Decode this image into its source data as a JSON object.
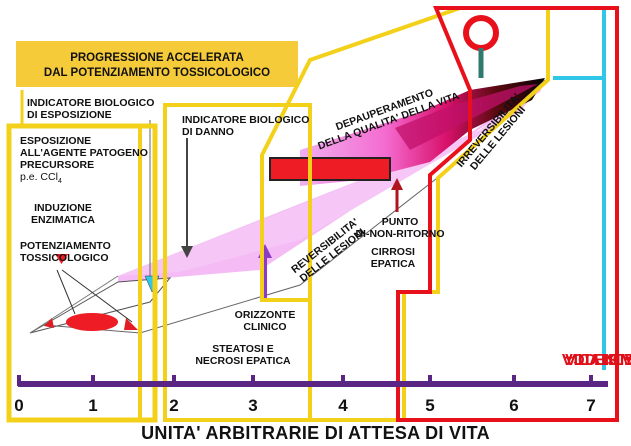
{
  "banner": {
    "line1": "PROGRESSIONE ACCELERATA",
    "line2": "DAL POTENZIAMENTO TOSSICOLOGICO"
  },
  "labels": {
    "indicatore_esposizione_1": "INDICATORE BIOLOGICO",
    "indicatore_esposizione_2": "DI ESPOSIZIONE",
    "esposizione_1": "ESPOSIZIONE",
    "esposizione_2": "ALL'AGENTE PATOGENO",
    "esposizione_3": "PRECURSORE",
    "esposizione_4": "p.e. CCl",
    "esposizione_4_sub": "4",
    "induzione_1": "INDUZIONE",
    "induzione_2": "ENZIMATICA",
    "potenziamento_1": "POTENZIAMENTO",
    "potenziamento_2": "TOSSICOLOGICO",
    "indicatore_danno_1": "INDICATORE BIOLOGICO",
    "indicatore_danno_2": "DI DANNO",
    "depauperamento_1": "DEPAUPERAMENTO",
    "depauperamento_2": "DELLA QUALITA' DELLA VITA",
    "irreversibilita_1": "IRREVERSIBILITA'",
    "irreversibilita_2": "DELLE LESIONI",
    "reversibilita_1": "REVERSIBILITA'",
    "reversibilita_2": "DELLE LESIONI",
    "punto_1": "PUNTO",
    "punto_2": "DI-NON-RITORNO",
    "cirrosi_1": "CIRROSI",
    "cirrosi_2": "EPATICA",
    "orizzonte_1": "ORIZZONTE",
    "orizzonte_2": "CLINICO",
    "steatosi_1": "STEATOSI E",
    "steatosi_2": "NECROSI EPATICA",
    "perdita_1": "PERDITA SECCA",
    "perdita_2": "DI CREDITI DI",
    "perdita_3": "ATTESA DI VITA"
  },
  "axis": {
    "ticks": [
      "0",
      "1",
      "2",
      "3",
      "4",
      "5",
      "6",
      "7"
    ],
    "title": "UNITA' ARBITRARIE DI ATTESA DI VITA"
  },
  "colors": {
    "yellow": "#f3d019",
    "red_outline": "#e8101a",
    "axis_purple": "#5b2683",
    "cyan": "#2fc6e8",
    "pink_band": "#f3b7f4",
    "marker_red": "#ee1c24"
  },
  "icons": {
    "pin": "lollipop-pin-icon"
  }
}
